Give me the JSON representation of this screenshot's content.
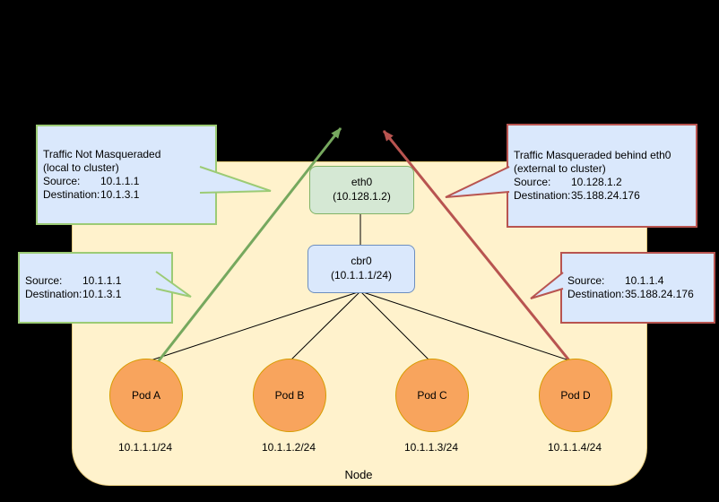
{
  "node": {
    "label": "Node",
    "eth0": {
      "name": "eth0",
      "ip": "(10.128.1.2)"
    },
    "cbr0": {
      "name": "cbr0",
      "ip": "(10.1.1.1/24)"
    },
    "pods": [
      {
        "label": "Pod A",
        "ip": "10.1.1.1/24"
      },
      {
        "label": "Pod B",
        "ip": "10.1.1.2/24"
      },
      {
        "label": "Pod C",
        "ip": "10.1.1.3/24"
      },
      {
        "label": "Pod D",
        "ip": "10.1.1.4/24"
      }
    ]
  },
  "callouts": {
    "not_masq": {
      "title": "Traffic Not Masqueraded",
      "subtitle": "(local to cluster)",
      "source_label": "Source:",
      "source_value": "10.1.1.1",
      "destination_label": "Destination:",
      "destination_value": "10.1.3.1"
    },
    "not_masq_packet": {
      "source_label": "Source:",
      "source_value": "10.1.1.1",
      "destination_label": "Destination:",
      "destination_value": "10.1.3.1"
    },
    "masq": {
      "title": "Traffic Masqueraded behind eth0",
      "subtitle": "(external to cluster)",
      "source_label": "Source:",
      "source_value": "10.128.1.2",
      "destination_label": "Destination:",
      "destination_value": "35.188.24.176"
    },
    "masq_packet": {
      "source_label": "Source:",
      "source_value": "10.1.1.4",
      "destination_label": "Destination:",
      "destination_value": "35.188.24.176"
    }
  },
  "colors": {
    "background": "#000000",
    "node_fill": "#FFF2CC",
    "node_stroke": "#E4C97C",
    "eth0_fill": "#D5E8D4",
    "eth0_stroke": "#82B366",
    "cbr0_fill": "#DAE8FC",
    "cbr0_stroke": "#6C8EBF",
    "pod_fill": "#F8A45D",
    "pod_stroke": "#D79B00",
    "callout_fill": "#DAE8FC",
    "green_accent": "#76A85E",
    "red_accent": "#B85450"
  }
}
